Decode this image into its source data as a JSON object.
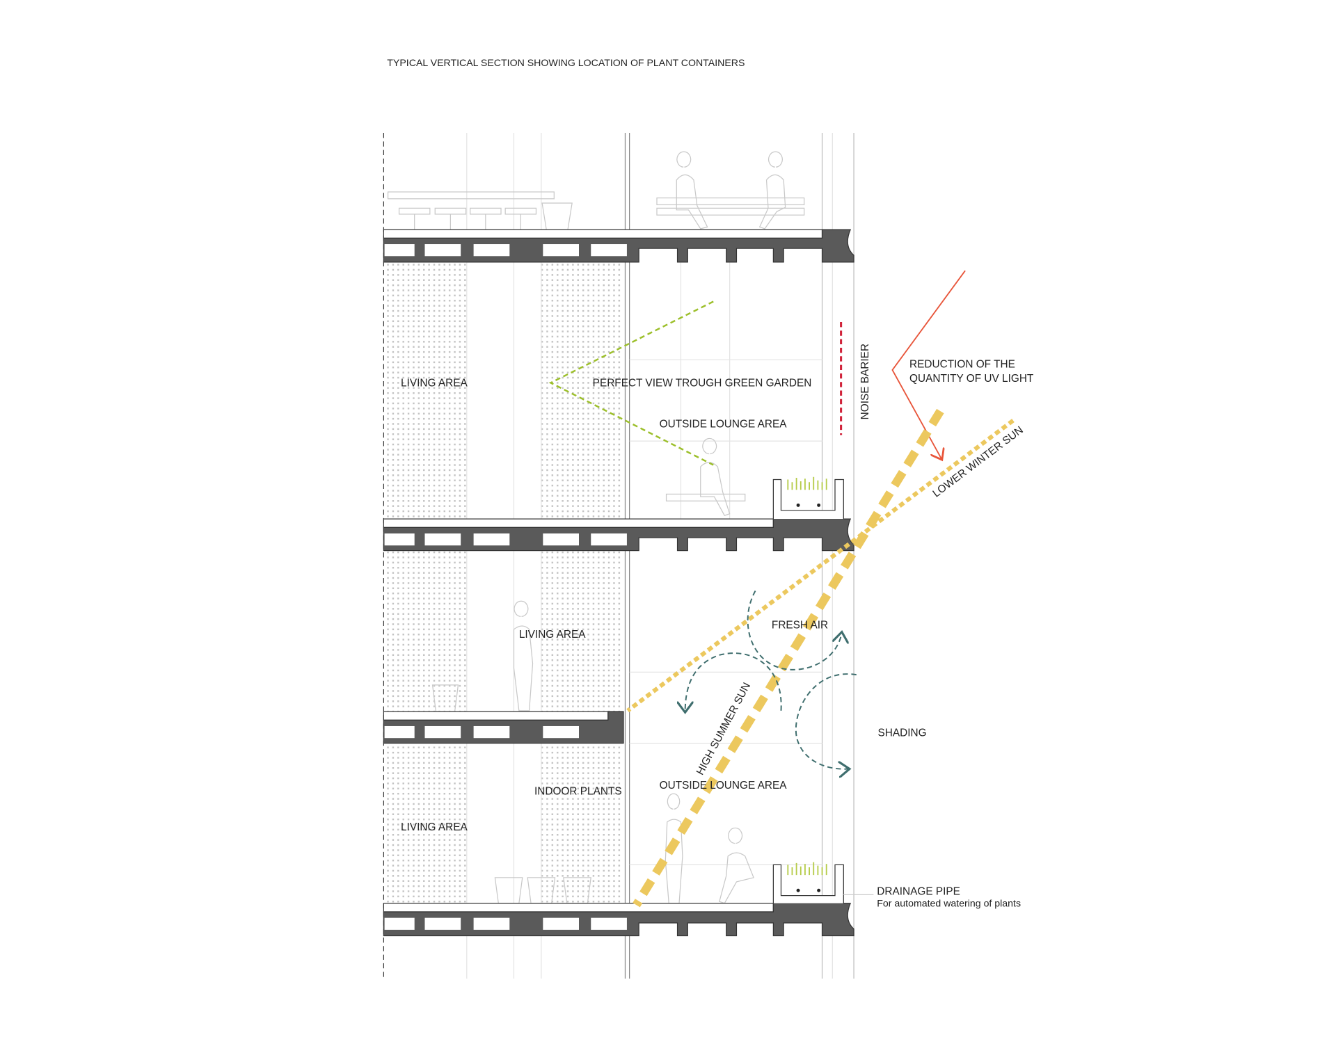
{
  "title": "TYPICAL VERTICAL SECTION SHOWING LOCATION OF PLANT CONTAINERS",
  "labels": {
    "living_area_top": "LIVING AREA",
    "perfect_view": "PERFECT VIEW TROUGH GREEN GARDEN",
    "outside_lounge_top": "OUTSIDE LOUNGE AREA",
    "noise_barrier": "NOISE BARIER",
    "uv_line1": "REDUCTION OF THE",
    "uv_line2": "QUANTITY OF UV LIGHT",
    "winter_sun": "LOWER WINTER SUN",
    "fresh_air": "FRESH AIR",
    "living_area_mid": "LIVING AREA",
    "shading": "SHADING",
    "summer_sun": "HIGH SUMMER SUN",
    "indoor_plants": "INDOOR PLANTS",
    "outside_lounge_bottom": "OUTSIDE LOUNGE AREA",
    "living_area_bottom": "LIVING AREA",
    "drainage_pipe": "DRAINAGE PIPE",
    "drainage_note": "For automated watering of plants"
  },
  "colors": {
    "slab": "#5a5a5a",
    "view_line": "#9cbf2a",
    "uv_arrow": "#e8553a",
    "noise_barrier": "#d0223a",
    "sun": "#ecc85e",
    "air": "#3f6e6e",
    "plants": "#b6cc4a"
  }
}
